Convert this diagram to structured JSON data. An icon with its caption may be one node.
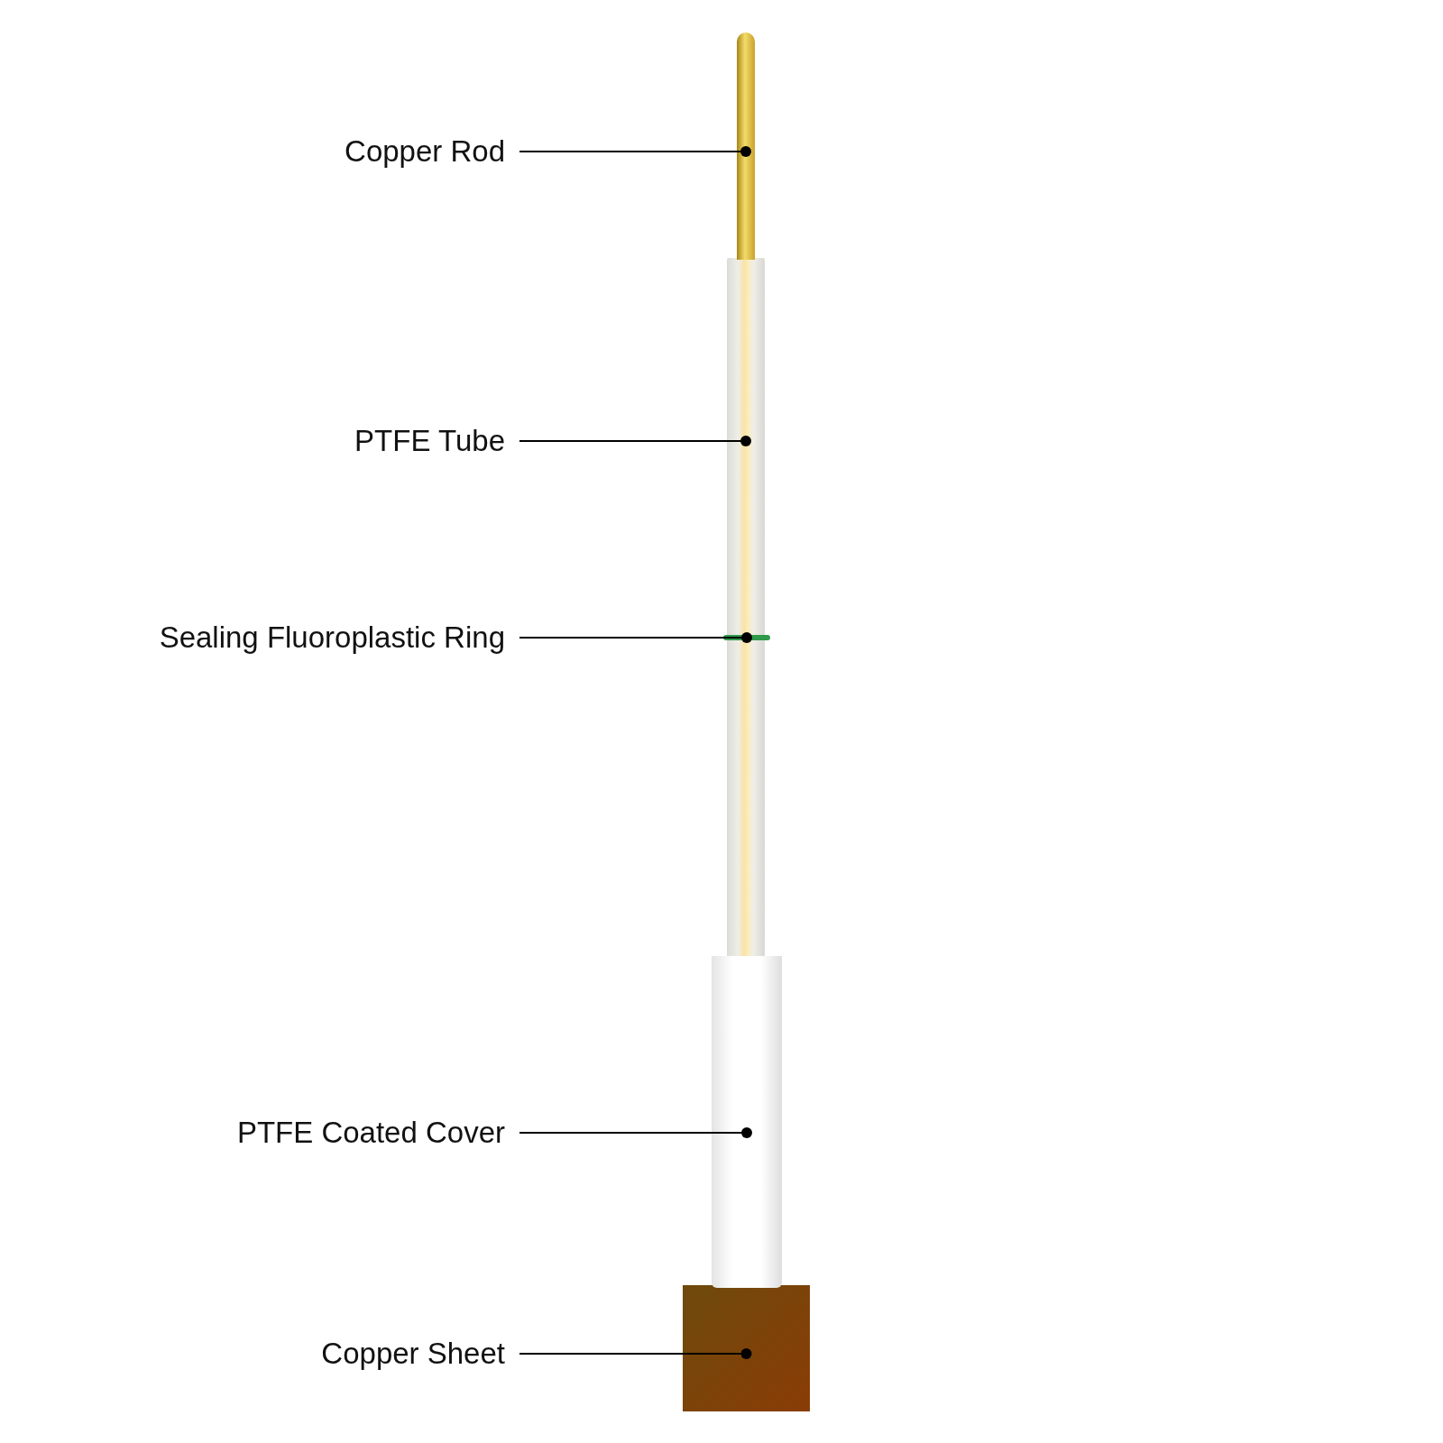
{
  "diagram": {
    "nodes": [
      {
        "text": [
          "Copper Rod"
        ]
      },
      {
        "text": [
          "PTFE Tube"
        ]
      },
      {
        "text": [
          "Sealing Fluoroplastic Ring"
        ]
      },
      {
        "text": [
          "PTFE Coated Cover"
        ]
      },
      {
        "text": [
          "Copper Sheet"
        ]
      },
      {
        "text": [],
        "shape": "bar"
      },
      {
        "text": [],
        "shape": "bar"
      },
      {
        "text": [],
        "shape": "bar"
      },
      {
        "text": [],
        "shape": "bar"
      },
      {
        "text": [],
        "shape": "box"
      }
    ],
    "edges": [
      {
        "from": 0,
        "to": 5,
        "arrow": "other"
      },
      {
        "from": 1,
        "to": 6,
        "arrow": "other"
      },
      {
        "from": 2,
        "to": 7,
        "arrow": "other"
      },
      {
        "from": 3,
        "to": 8,
        "arrow": "other"
      },
      {
        "from": 4,
        "to": 9,
        "arrow": "other"
      }
    ]
  }
}
